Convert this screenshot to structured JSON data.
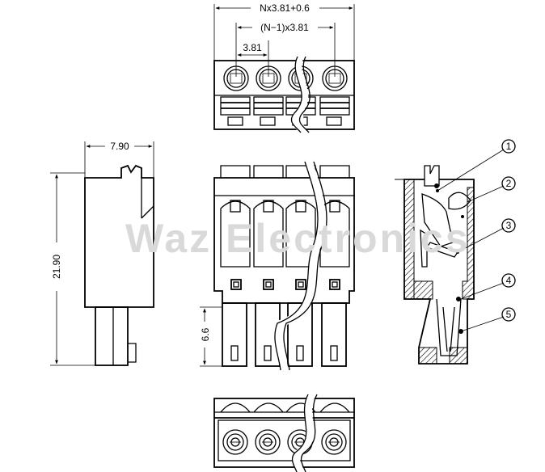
{
  "dimensions": {
    "total_width": "Nx3.81+0.6",
    "pitch_span": "(N−1)x3.81",
    "pitch": "3.81",
    "side_width": "7.90",
    "height": "21.90",
    "pin_offset": "6.6"
  },
  "callouts": [
    "1",
    "2",
    "3",
    "4",
    "5"
  ],
  "watermark": "Waz Electronics",
  "colors": {
    "line": "#000000",
    "background": "#ffffff",
    "watermark": "#d9d9d9"
  }
}
